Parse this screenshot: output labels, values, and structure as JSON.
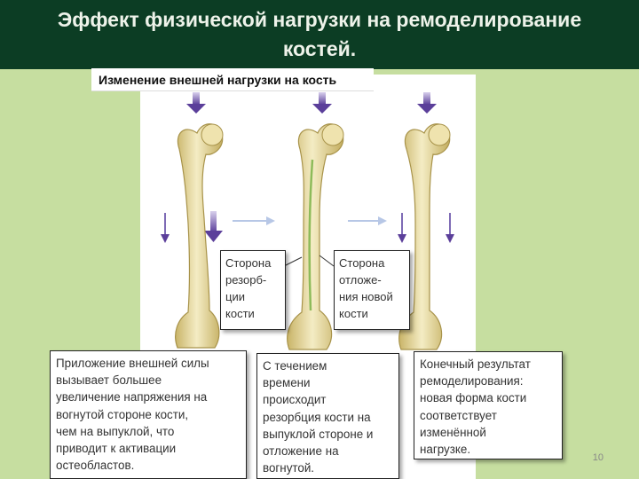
{
  "slide": {
    "title_line1": "Эффект физической нагрузки на ремоделирование",
    "title_line2": "костей.",
    "subtitle": "Изменение внешней нагрузки на кость",
    "page_number": "10"
  },
  "labels": {
    "resorption": [
      "Сторона",
      "резорб-",
      "ции",
      "кости"
    ],
    "deposition": [
      "Сторона",
      "отложе-",
      "ния новой",
      "кости"
    ]
  },
  "captions": {
    "left": [
      "Приложение внешней силы",
      "вызывает большее",
      "увеличение напряжения на",
      "вогнутой стороне кости,",
      "чем на выпуклой, что",
      "приводит к активации",
      "остеобластов."
    ],
    "middle": [
      "С течением",
      "времени",
      "происходит",
      "резорбция кости на",
      "выпуклой стороне и",
      "отложение на",
      "вогнутой."
    ],
    "right": [
      "Конечный результат",
      "ремоделирования:",
      "новая форма кости",
      "соответствует",
      "изменённой",
      "нагрузке."
    ]
  },
  "colors": {
    "header_bg": "#0c3d24",
    "slide_bg": "#c6dea0",
    "arrow_purple": "#5b3f9a",
    "bone": "#eadca0"
  }
}
